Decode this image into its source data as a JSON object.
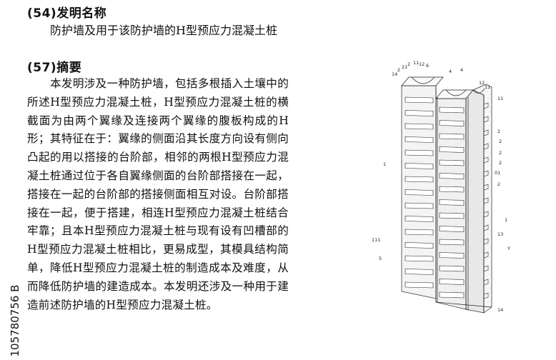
{
  "header": {
    "title_heading": "(54)发明名称",
    "title_text": "防护墙及用于该防护墙的H型预应力混凝土桩",
    "abstract_heading": "(57)摘要",
    "abstract_text": "本发明涉及一种防护墙，包括多根插入土壤中的所述H型预应力混凝土桩，H型预应力混凝土桩的横截面为由两个翼缘及连接两个翼缘的腹板构成的H形；其特征在于：翼缘的侧面沿其长度方向设有侧向凸起的用以搭接的台阶部，相邻的两根H型预应力混凝土桩通过位于各自翼缘侧面的台阶部搭接在一起，搭接在一起的台阶部的搭接侧面相互对设。台阶部搭接在一起，便于搭建，相连H型预应力混凝土桩结合牢靠；且本H型预应力混凝土桩与现有设有凹槽部的H型预应力混凝土桩相比，更易成型，其模具结构简单，降低H型预应力混凝土桩的制造成本及难度，从而降低防护墙的建造成本。本发明还涉及一种用于建造前述防护墙的H型预应力混凝土桩。"
  },
  "side_number": "105780756 B",
  "figure": {
    "labels": [
      "14",
      "2",
      "21",
      "2",
      "11",
      "12",
      "6",
      "4",
      "4",
      "12",
      "11",
      "11",
      "2",
      "2",
      "2",
      "2",
      "01",
      "2",
      "1",
      "1",
      "111",
      "13",
      "5",
      "Y",
      "14"
    ]
  }
}
